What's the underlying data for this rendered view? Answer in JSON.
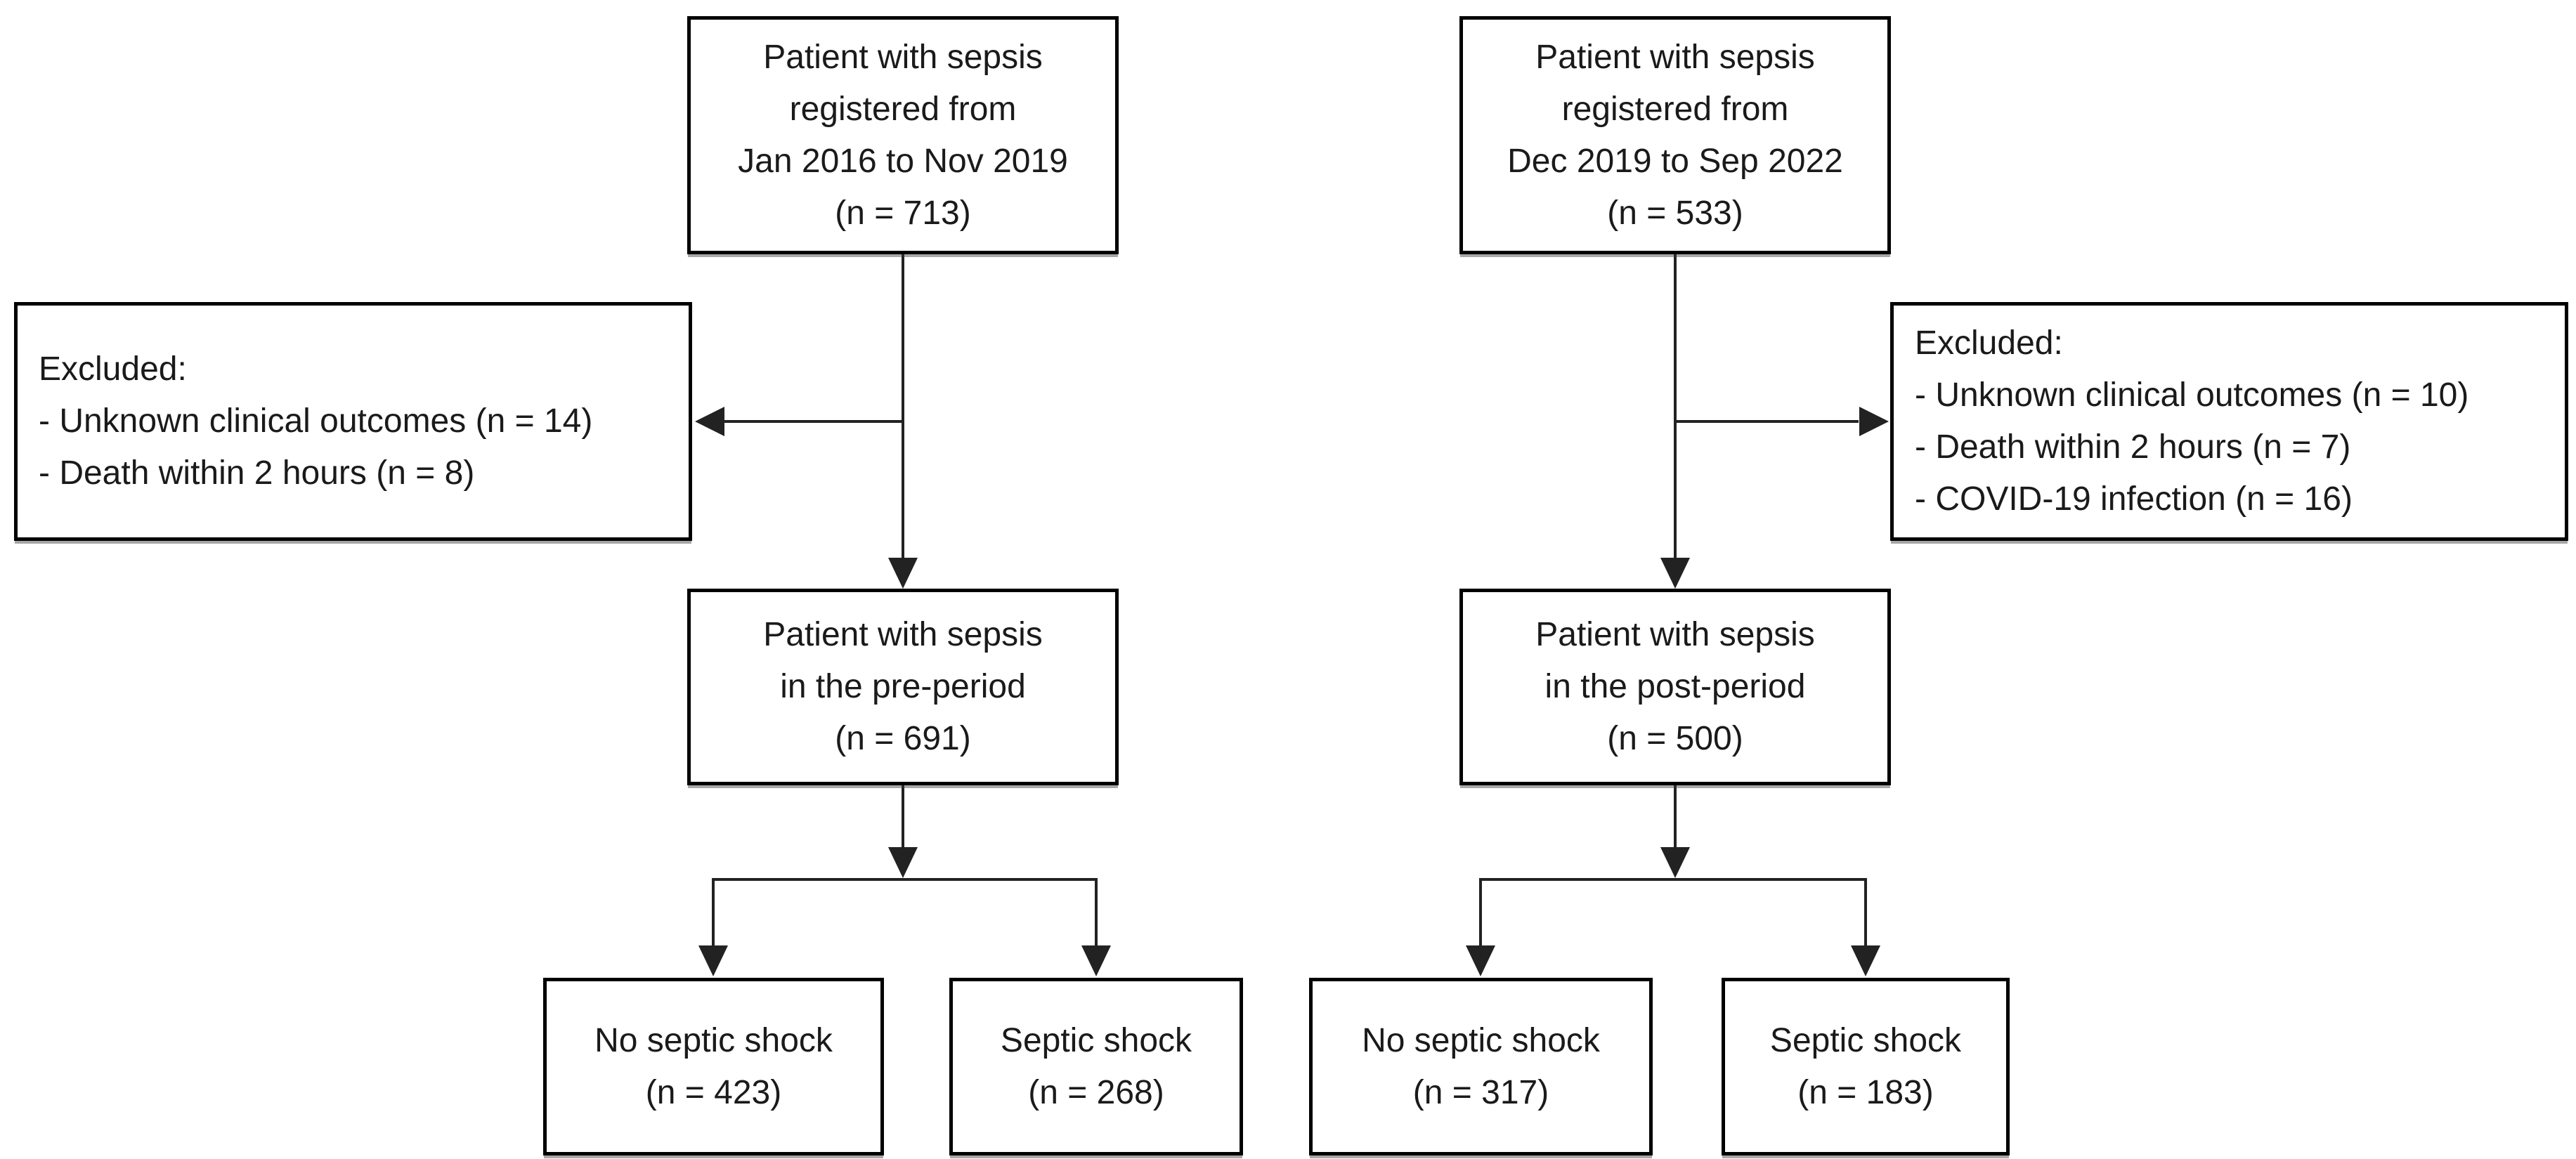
{
  "colors": {
    "background": "#ffffff",
    "box_border": "#000000",
    "text": "#1a1a1a",
    "connector": "#222222"
  },
  "boxes": {
    "pre_top": {
      "lines": [
        "Patient with sepsis",
        "registered from",
        "Jan 2016 to Nov 2019",
        "(n = 713)"
      ]
    },
    "post_top": {
      "lines": [
        "Patient with sepsis",
        "registered from",
        "Dec 2019 to Sep 2022",
        "(n = 533)"
      ]
    },
    "pre_excluded": {
      "lines": [
        "Excluded:",
        "- Unknown clinical outcomes (n = 14)",
        "- Death within 2 hours (n = 8)"
      ]
    },
    "post_excluded": {
      "lines": [
        "Excluded:",
        "- Unknown clinical outcomes (n = 10)",
        "- Death within 2 hours (n = 7)",
        "- COVID-19 infection (n = 16)"
      ]
    },
    "pre_period": {
      "lines": [
        "Patient with sepsis",
        "in the pre-period",
        "(n = 691)"
      ]
    },
    "post_period": {
      "lines": [
        "Patient with sepsis",
        "in the post-period",
        "(n = 500)"
      ]
    },
    "pre_no_shock": {
      "lines": [
        "No septic shock",
        "(n = 423)"
      ]
    },
    "pre_shock": {
      "lines": [
        "Septic shock",
        "(n = 268)"
      ]
    },
    "post_no_shock": {
      "lines": [
        "No septic shock",
        "(n = 317)"
      ]
    },
    "post_shock": {
      "lines": [
        "Septic shock",
        "(n = 183)"
      ]
    }
  }
}
